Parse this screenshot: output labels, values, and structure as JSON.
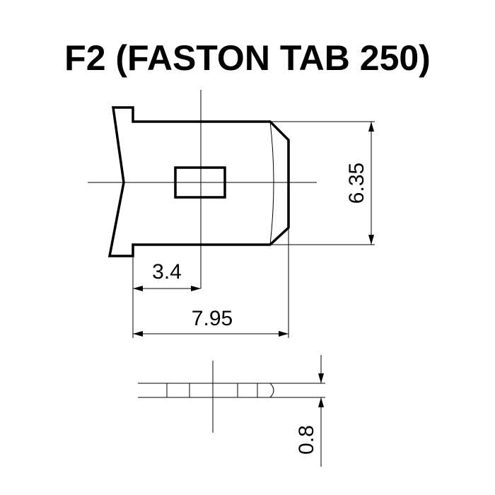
{
  "title": "F2 (FASTON TAB 250)",
  "dimensions": {
    "height": "6.35",
    "hole_offset": "3.4",
    "length": "7.95",
    "thickness": "0.8"
  }
}
